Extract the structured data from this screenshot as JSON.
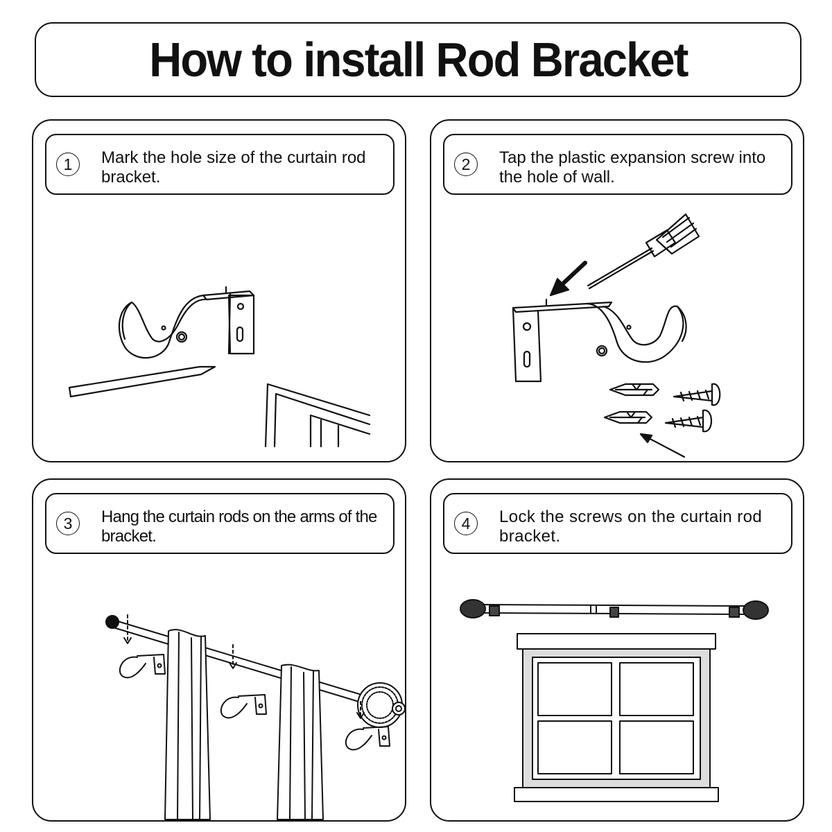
{
  "title": "How to install Rod Bracket",
  "steps": [
    {
      "number": "1",
      "text": "Mark the hole size of the curtain rod bracket."
    },
    {
      "number": "2",
      "text": "Tap the plastic expansion screw into the hole of wall."
    },
    {
      "number": "3",
      "text": "Hang the curtain rods on the arms of the bracket."
    },
    {
      "number": "4",
      "text": "Lock the screws on the curtain rod bracket."
    }
  ],
  "icons": {
    "step1": [
      "curtain-bracket-icon",
      "pencil-icon",
      "window-frame-icon"
    ],
    "step2": [
      "screwdriver-icon",
      "arrow-icon",
      "curtain-bracket-icon",
      "wall-anchor-icon",
      "wood-screw-icon"
    ],
    "step3": [
      "curtain-rod-icon",
      "curtain-panel-icon",
      "curtain-bracket-icon",
      "rod-finial-icon"
    ],
    "step4": [
      "curtain-rod-icon",
      "window-icon"
    ]
  }
}
